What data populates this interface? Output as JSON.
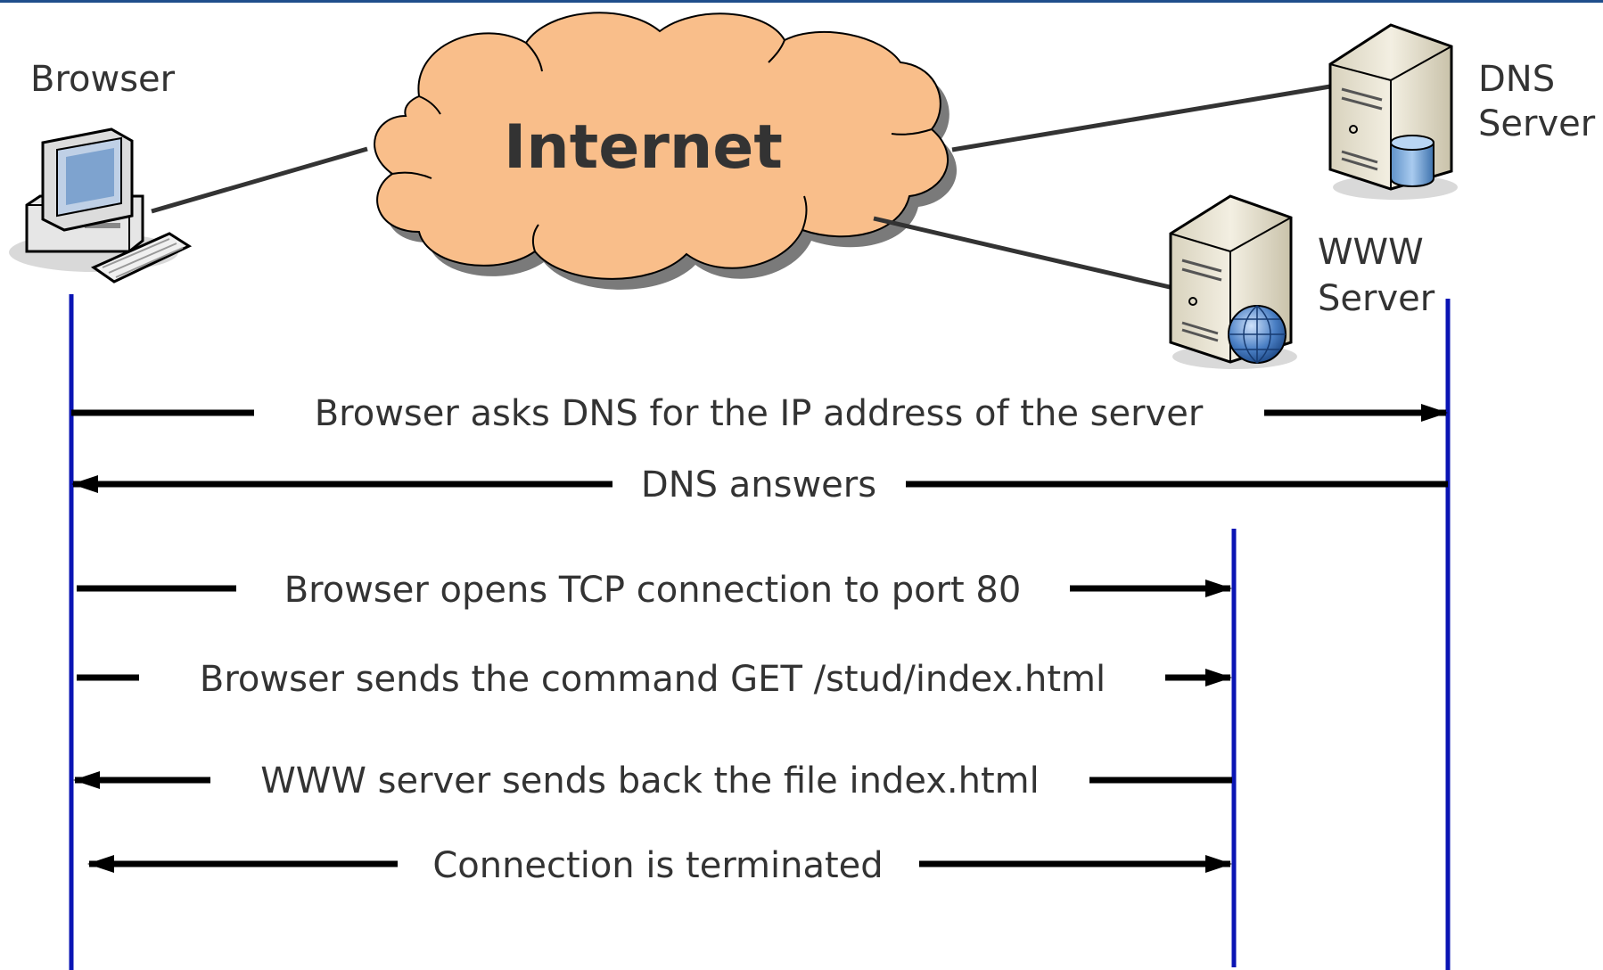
{
  "nodes": {
    "browser": "Browser",
    "internet": "Internet",
    "dns_line1": "DNS",
    "dns_line2": "Server",
    "www_line1": "WWW",
    "www_line2": "Server"
  },
  "messages": [
    {
      "text": "Browser asks DNS for the IP address of the server",
      "from": "Browser",
      "to": "DNS Server"
    },
    {
      "text": "DNS answers",
      "from": "DNS Server",
      "to": "Browser"
    },
    {
      "text": "Browser opens TCP connection to port 80",
      "from": "Browser",
      "to": "WWW Server"
    },
    {
      "text": "Browser sends the command GET /stud/index.html",
      "from": "Browser",
      "to": "WWW Server"
    },
    {
      "text": "WWW server sends back the file index.html",
      "from": "WWW Server",
      "to": "Browser"
    },
    {
      "text": "Connection is terminated",
      "from": "Browser",
      "to": "WWW Server",
      "bidirectional": true
    }
  ],
  "colors": {
    "lifeline": "#0a14b4",
    "cloud_fill": "#f9be8a",
    "top_rule": "#1f4e8c"
  }
}
